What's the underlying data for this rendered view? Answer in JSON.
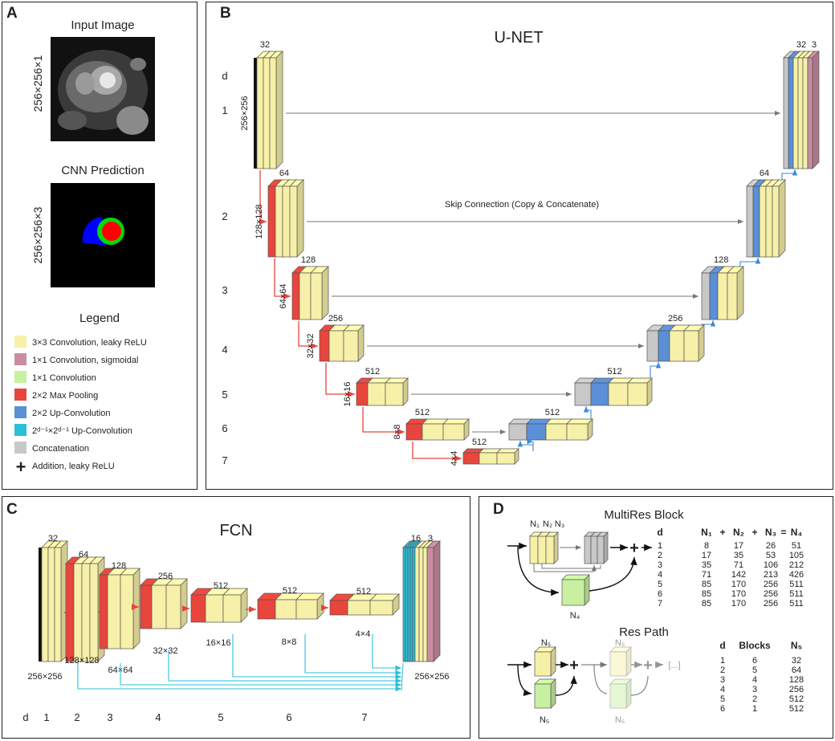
{
  "panel_a": {
    "label": "A",
    "input_title": "Input Image",
    "input_dims": "256×256×1",
    "pred_title": "CNN Prediction",
    "pred_dims": "256×256×3",
    "legend_title": "Legend",
    "legend": [
      {
        "text": "3×3 Convolution, leaky ReLU",
        "color": "#f7f0a8"
      },
      {
        "text": "1×1 Convolution, sigmoidal",
        "color": "#c98ca0"
      },
      {
        "text": "1×1 Convolution",
        "color": "#c8f0a0"
      },
      {
        "text": "2×2 Max Pooling",
        "color": "#e8453c"
      },
      {
        "text": "2×2 Up-Convolution",
        "color": "#5b8fd6"
      },
      {
        "text": "2ᵈ⁻¹×2ᵈ⁻¹ Up-Convolution",
        "color": "#2bbfd8"
      },
      {
        "text": "Concatenation",
        "color": "#c8c8c8"
      },
      {
        "text": "Addition, leaky ReLU",
        "color": "#000000"
      }
    ]
  },
  "panel_b": {
    "label": "B",
    "title": "U-NET",
    "d_header": "d",
    "skip_label": "Skip Connection (Copy & Concatenate)",
    "rows": [
      {
        "d": "1",
        "res": "256×256",
        "ch": "32",
        "up_ch": "32"
      },
      {
        "d": "2",
        "res": "128×128",
        "ch": "64",
        "up_ch": "64"
      },
      {
        "d": "3",
        "res": "64×64",
        "ch": "128",
        "up_ch": "128"
      },
      {
        "d": "4",
        "res": "32×32",
        "ch": "256",
        "up_ch": "256"
      },
      {
        "d": "5",
        "res": "16×16",
        "ch": "512",
        "up_ch": "512"
      },
      {
        "d": "6",
        "res": "8×8",
        "ch": "512",
        "up_ch": "512"
      },
      {
        "d": "7",
        "res": "4×4",
        "ch": "512",
        "up_ch": ""
      }
    ],
    "out_ch": "3"
  },
  "panel_c": {
    "label": "C",
    "title": "FCN",
    "d_header": "d",
    "stages": [
      {
        "d": "1",
        "ch": "32",
        "res": "256×256"
      },
      {
        "d": "2",
        "ch": "64",
        "res": "128×128"
      },
      {
        "d": "3",
        "ch": "128",
        "res": "64×64"
      },
      {
        "d": "4",
        "ch": "256",
        "res": "32×32"
      },
      {
        "d": "5",
        "ch": "512",
        "res": "16×16"
      },
      {
        "d": "6",
        "ch": "512",
        "res": "8×8"
      },
      {
        "d": "7",
        "ch": "512",
        "res": "4×4"
      }
    ],
    "out_ch1": "16",
    "out_ch2": "3",
    "out_res": "256×256"
  },
  "panel_d": {
    "label": "D",
    "multires_title": "MultiRes Block",
    "n1": "N₁",
    "n2": "N₂",
    "n3": "N₃",
    "n4": "N₄",
    "n5": "N₅",
    "ellipsis": "[...]",
    "multires_table": {
      "header": [
        "d",
        "N₁",
        "+",
        "N₂",
        "+",
        "N₃",
        "=",
        "N₄"
      ],
      "rows": [
        [
          "1",
          "8",
          "17",
          "26",
          "51"
        ],
        [
          "2",
          "17",
          "35",
          "53",
          "105"
        ],
        [
          "3",
          "35",
          "71",
          "106",
          "212"
        ],
        [
          "4",
          "71",
          "142",
          "213",
          "426"
        ],
        [
          "5",
          "85",
          "170",
          "256",
          "511"
        ],
        [
          "6",
          "85",
          "170",
          "256",
          "511"
        ],
        [
          "7",
          "85",
          "170",
          "256",
          "511"
        ]
      ]
    },
    "respath_title": "Res Path",
    "respath_table": {
      "header": [
        "d",
        "Blocks",
        "N₅"
      ],
      "rows": [
        [
          "1",
          "6",
          "32"
        ],
        [
          "2",
          "5",
          "64"
        ],
        [
          "3",
          "4",
          "128"
        ],
        [
          "4",
          "3",
          "256"
        ],
        [
          "5",
          "2",
          "512"
        ],
        [
          "6",
          "1",
          "512"
        ]
      ]
    }
  }
}
